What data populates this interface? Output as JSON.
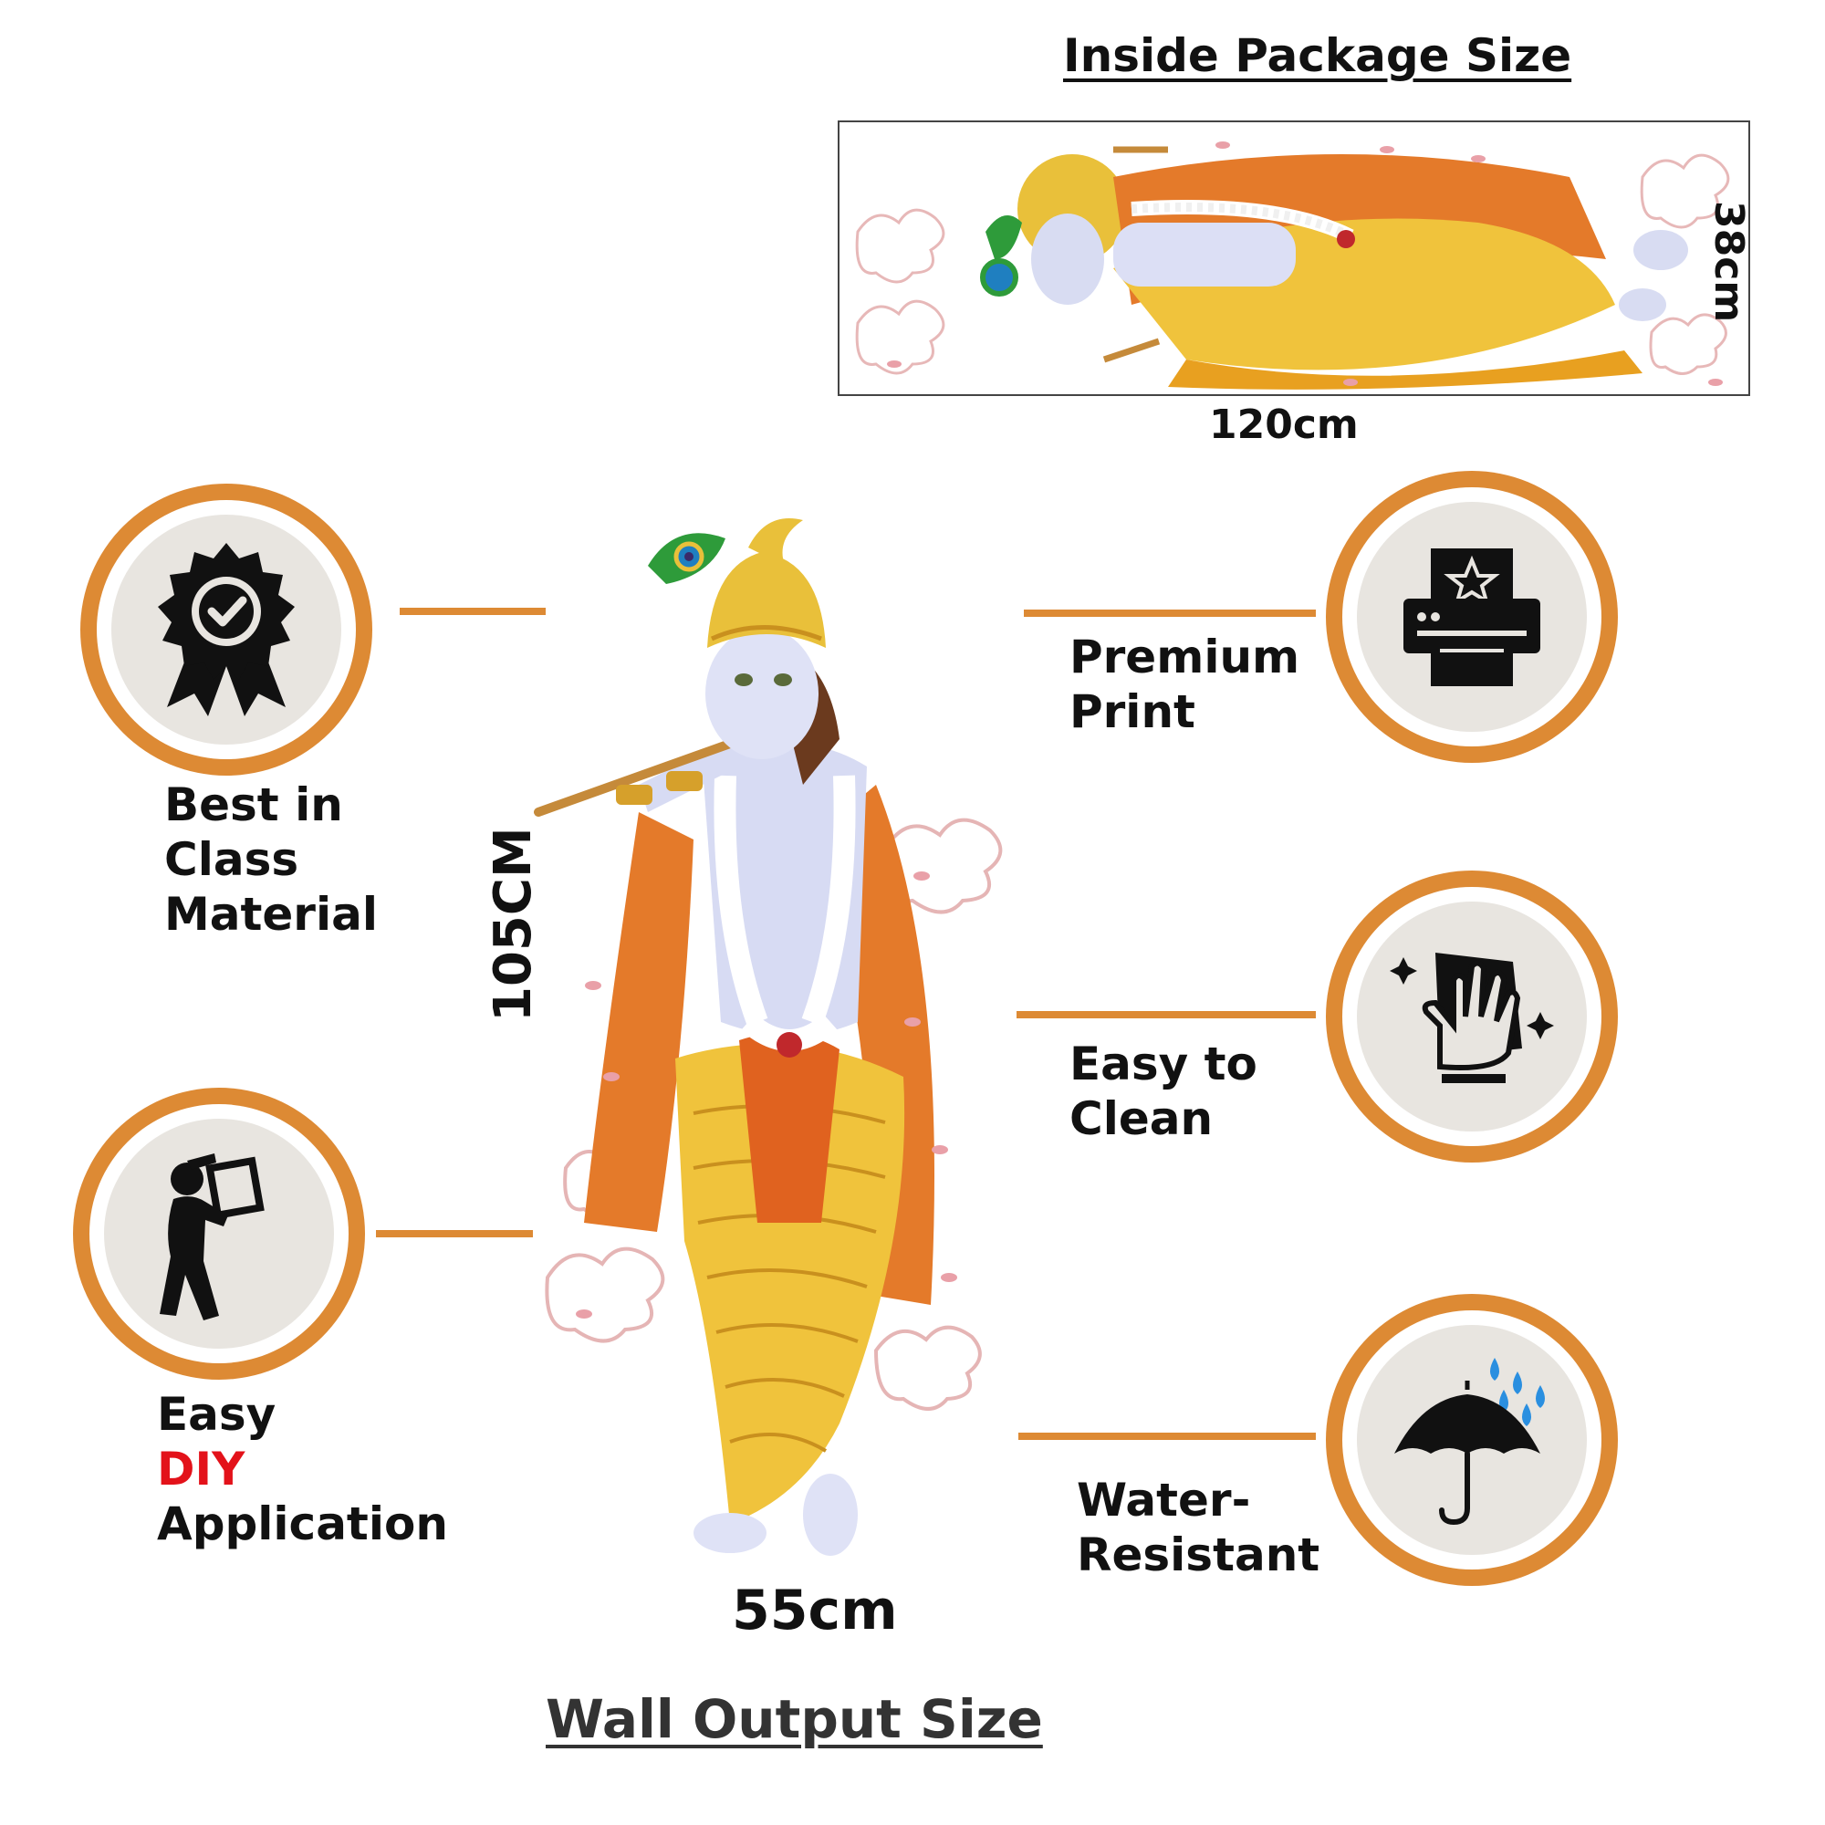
{
  "package": {
    "heading": "Inside Package Size",
    "width_label": "120cm",
    "height_label": "38cm"
  },
  "wall": {
    "heading": "Wall Output Size",
    "height_label": "105CM",
    "width_label": "55cm"
  },
  "features": {
    "best": {
      "line1": "Best in",
      "line2": "Class",
      "line3": "Material",
      "icon": "quality-badge-icon"
    },
    "diy": {
      "line1": "Easy",
      "line2": "DIY",
      "line3": "Application",
      "icon": "person-carrying-panel-icon"
    },
    "print": {
      "line1": "Premium",
      "line2": "Print",
      "icon": "printer-star-icon"
    },
    "clean": {
      "line1": "Easy to",
      "line2": "Clean",
      "icon": "hand-wipe-icon"
    },
    "water": {
      "line1": "Water-",
      "line2": "Resistant",
      "icon": "umbrella-rain-icon"
    }
  },
  "colors": {
    "accent": "#dd8a34",
    "inner": "#e8e5e0",
    "highlight": "#e3121a",
    "rain": "#2a8fe0"
  }
}
